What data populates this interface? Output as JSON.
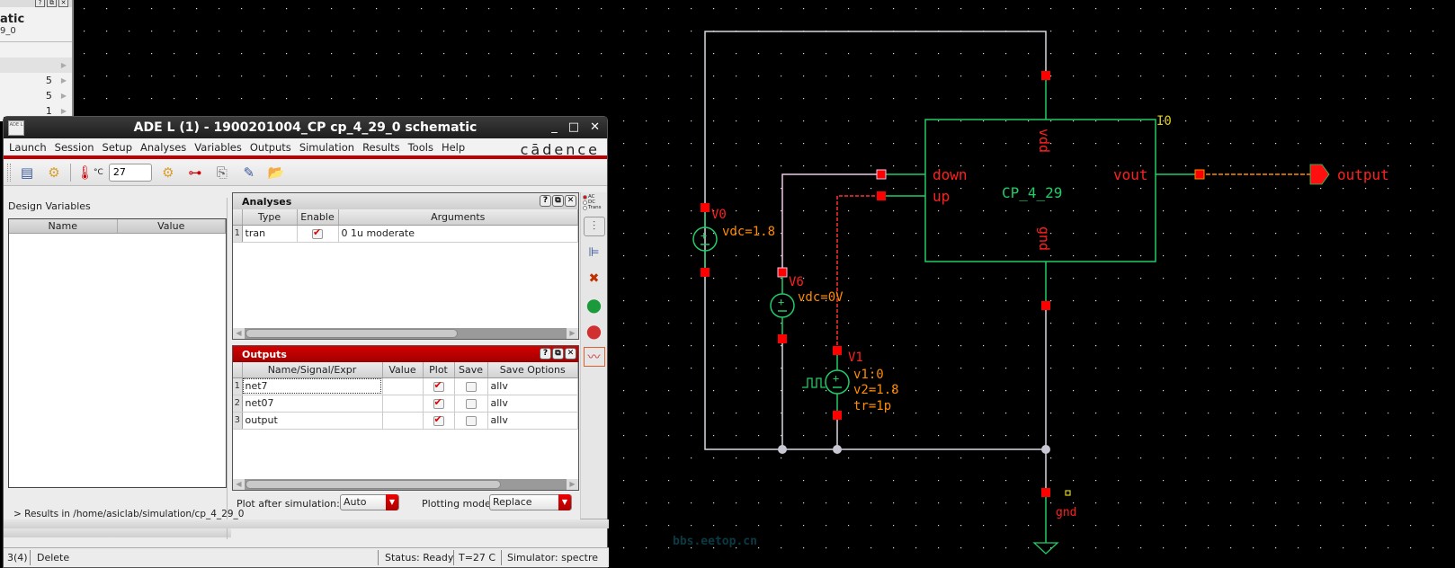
{
  "background_window": {
    "title_fragment": "atic",
    "subtitle_fragment": "9_0",
    "rows": [
      {
        "value": ""
      },
      {
        "value": "5"
      },
      {
        "value": "5"
      },
      {
        "value": "1"
      }
    ]
  },
  "ade_window": {
    "title": "ADE L (1) - 1900201004_CP cp_4_29_0 schematic",
    "app_icon_text": "ADE L",
    "window_buttons": {
      "minimize": "_",
      "maximize": "□",
      "close": "✕"
    },
    "menus": [
      "Launch",
      "Session",
      "Setup",
      "Analyses",
      "Variables",
      "Outputs",
      "Simulation",
      "Results",
      "Tools",
      "Help"
    ],
    "brand": "cādence",
    "toolbar": {
      "temperature_unit": "°C",
      "temperature_value": "27"
    },
    "design_variables": {
      "label": "Design Variables",
      "columns": [
        "Name",
        "Value"
      ],
      "rows": []
    },
    "log_line": "> Results in /home/asiclab/simulation/cp_4_29_0",
    "analyses": {
      "title": "Analyses",
      "columns": [
        "Type",
        "Enable",
        "Arguments"
      ],
      "rows": [
        {
          "index": "1",
          "type": "tran",
          "enabled": true,
          "arguments": "0 1u moderate"
        }
      ]
    },
    "outputs": {
      "title": "Outputs",
      "columns": [
        "Name/Signal/Expr",
        "Value",
        "Plot",
        "Save",
        "Save Options"
      ],
      "rows": [
        {
          "index": "1",
          "name": "net7",
          "value": "",
          "plot": true,
          "save": false,
          "save_options": "allv"
        },
        {
          "index": "2",
          "name": "net07",
          "value": "",
          "plot": true,
          "save": false,
          "save_options": "allv"
        },
        {
          "index": "3",
          "name": "output",
          "value": "",
          "plot": true,
          "save": false,
          "save_options": "allv"
        }
      ]
    },
    "plot_after_simulation": {
      "label": "Plot after simulation:",
      "value": "Auto"
    },
    "plotting_mode": {
      "label": "Plotting mode:",
      "value": "Replace"
    },
    "side_radios": [
      {
        "label": "AC",
        "selected": true
      },
      {
        "label": "DC",
        "selected": false
      },
      {
        "label": "Trans",
        "selected": false
      }
    ],
    "status": {
      "left": "3(4)",
      "command": "Delete",
      "status": "Status: Ready",
      "temperature": "T=27  C",
      "simulator": "Simulator: spectre"
    }
  },
  "schematic": {
    "colors": {
      "wire": "#d8d8e0",
      "symbol": "#22cc66",
      "pin_label": "#ff2020",
      "param": "#ff8c00",
      "instance_name_I0": "#e0d020",
      "pin": "#ff0000"
    },
    "block": {
      "name": "CP_4_29",
      "instance": "I0",
      "pins": [
        "down",
        "up",
        "vout",
        "vdd",
        "gnd"
      ]
    },
    "sources": [
      {
        "name": "V0",
        "params": [
          "vdc=1.8"
        ]
      },
      {
        "name": "V6",
        "params": [
          "vdc=0V"
        ]
      },
      {
        "name": "V1",
        "params": [
          "v1:0",
          "v2=1.8",
          "tr=1p"
        ]
      }
    ],
    "output_pin": "output",
    "ground_label": "gnd",
    "watermark": "bbs.eetop.cn"
  }
}
